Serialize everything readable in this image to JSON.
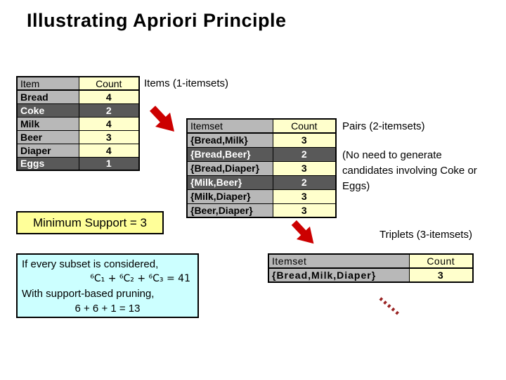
{
  "title": "Illustrating Apriori Principle",
  "labels": {
    "items1": "Items (1-itemsets)",
    "pairs2": "Pairs (2-itemsets)",
    "no_need": "(No need to generate candidates involving Coke or Eggs)",
    "min_support": "Minimum Support = 3",
    "triplets3": "Triplets (3-itemsets)"
  },
  "note_box": {
    "line1": "If every subset is considered,",
    "line2": "⁶C₁ + ⁶C₂ + ⁶C₃ = 41",
    "line3": "With support-based pruning,",
    "line4": "6 + 6 + 1 = 13"
  },
  "tables": {
    "items": {
      "headers": [
        "Item",
        "Count"
      ],
      "rows": [
        {
          "item": "Bread",
          "count": "4",
          "pruned": false
        },
        {
          "item": "Coke",
          "count": "2",
          "pruned": true
        },
        {
          "item": "Milk",
          "count": "4",
          "pruned": false
        },
        {
          "item": "Beer",
          "count": "3",
          "pruned": false
        },
        {
          "item": "Diaper",
          "count": "4",
          "pruned": false
        },
        {
          "item": "Eggs",
          "count": "1",
          "pruned": true
        }
      ]
    },
    "pairs": {
      "headers": [
        "Itemset",
        "Count"
      ],
      "rows": [
        {
          "item": "{Bread,Milk}",
          "count": "3",
          "pruned": false
        },
        {
          "item": "{Bread,Beer}",
          "count": "2",
          "pruned": true
        },
        {
          "item": "{Bread,Diaper}",
          "count": "3",
          "pruned": false
        },
        {
          "item": "{Milk,Beer}",
          "count": "2",
          "pruned": true
        },
        {
          "item": "{Milk,Diaper}",
          "count": "3",
          "pruned": false
        },
        {
          "item": "{Beer,Diaper}",
          "count": "3",
          "pruned": false
        }
      ]
    },
    "triplets": {
      "headers": [
        "Itemset",
        "Count"
      ],
      "rows": [
        {
          "item": "{Bread,Milk,Diaper}",
          "count": "3",
          "pruned": false
        }
      ]
    }
  },
  "icons": {
    "arrow1": "red-diagonal-arrow",
    "arrow2": "red-diagonal-arrow",
    "dotted": "dotted-diagonal-line"
  },
  "colors": {
    "title_black": "#000000",
    "border_black": "#000000",
    "header_gray": "#b8b8b8",
    "count_yellow": "#ffffcc",
    "pruned_dark": "#595959",
    "pruned_text": "#ffffff",
    "support_box_yellow": "#ffff99",
    "note_cyan": "#ccffff",
    "arrow_red": "#cc0000",
    "dotted_red": "#992222"
  }
}
